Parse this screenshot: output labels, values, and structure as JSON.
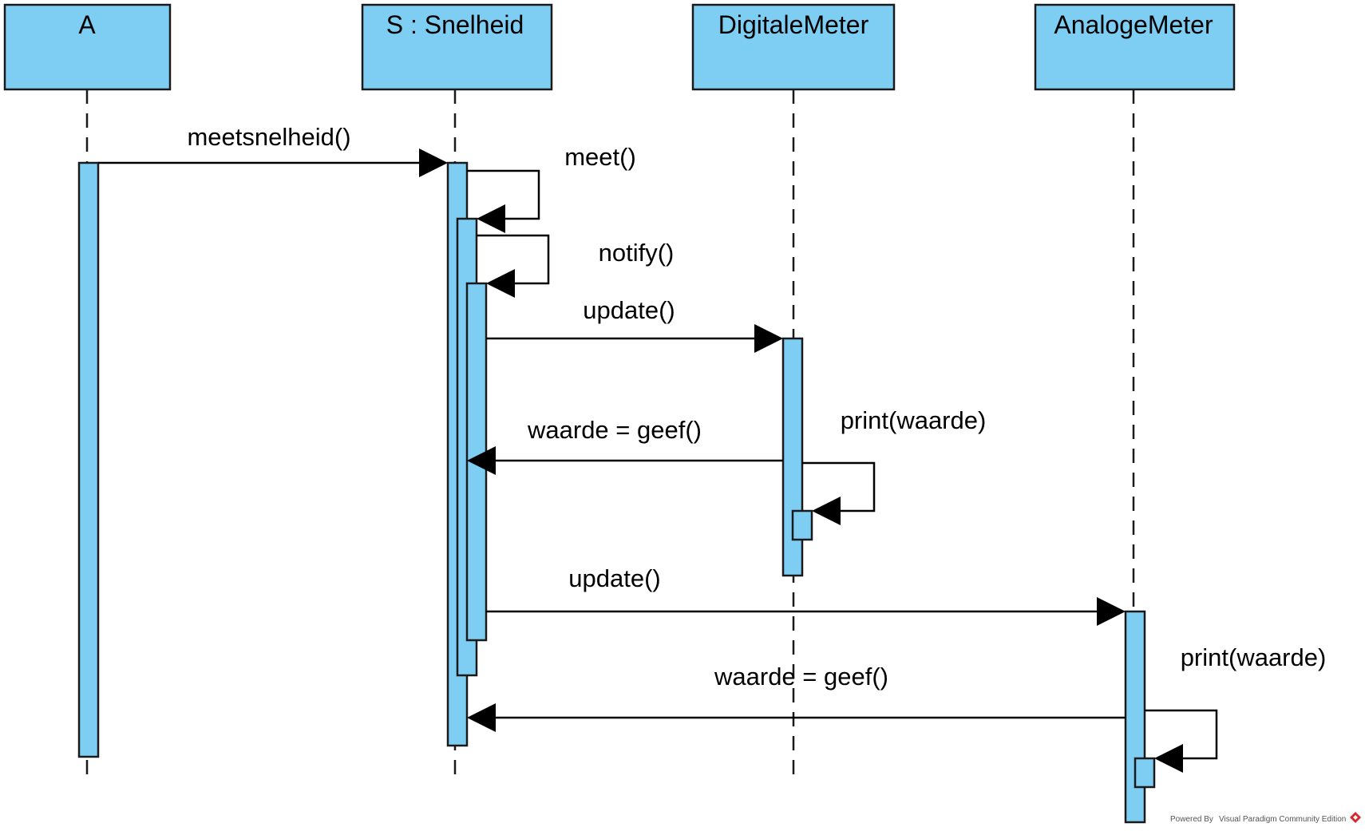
{
  "participants": {
    "a": "A",
    "s": "S : Snelheid",
    "digitale": "DigitaleMeter",
    "analoge": "AnalogeMeter"
  },
  "messages": {
    "m1": "meetsnelheid()",
    "m2": "meet()",
    "m3": "notify()",
    "m4": "update()",
    "m5": "waarde = geef()",
    "m6": "print(waarde)",
    "m7": "update()",
    "m8": "waarde = geef()",
    "m9": "print(waarde)"
  },
  "footer": {
    "powered_by": "Powered By",
    "product": "Visual Paradigm Community Edition"
  },
  "colors": {
    "box_fill": "#7ecef4",
    "stroke": "#1a1a1a",
    "logo": "#d9262b"
  },
  "icons": {
    "footer_logo": "visual-paradigm-logo-icon"
  }
}
